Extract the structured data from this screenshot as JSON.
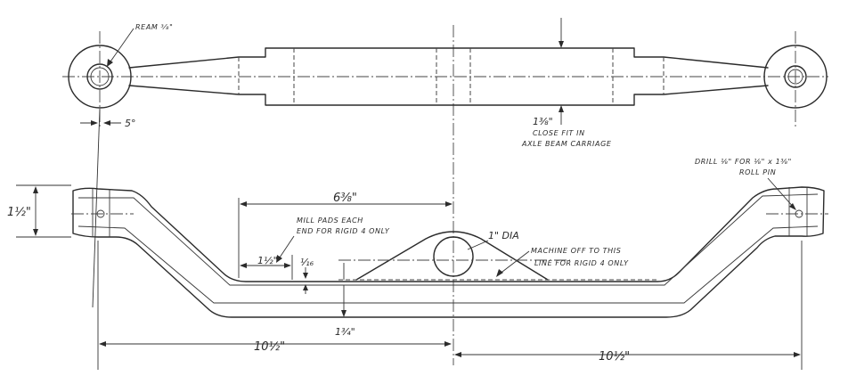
{
  "notes": {
    "ream": "REAM ³⁄₈\"",
    "close_fit_dim": "1⅜\"",
    "close_fit_line1": "CLOSE FIT IN",
    "close_fit_line2": "AXLE BEAM CARRIAGE",
    "drill_line1": "DRILL ⅛\" FOR ⅛\" x 1⅜\"",
    "drill_line2": "ROLL PIN",
    "mill_line1": "MILL PADS EACH",
    "mill_line2": "END FOR RIGID 4 ONLY",
    "machine_line1": "MACHINE OFF TO THIS",
    "machine_line2": "LINE FOR RIGID 4 ONLY",
    "hole_dia": "1\" DIA"
  },
  "dimensions": {
    "angle": "5°",
    "end_height": "1½\"",
    "top_length": "6⅜\"",
    "pad_length": "1½\"",
    "pad_depth": "¹⁄₁₆",
    "beam_depth": "1¾\"",
    "half_span_left": "10½\"",
    "half_span_right": "10½\""
  }
}
